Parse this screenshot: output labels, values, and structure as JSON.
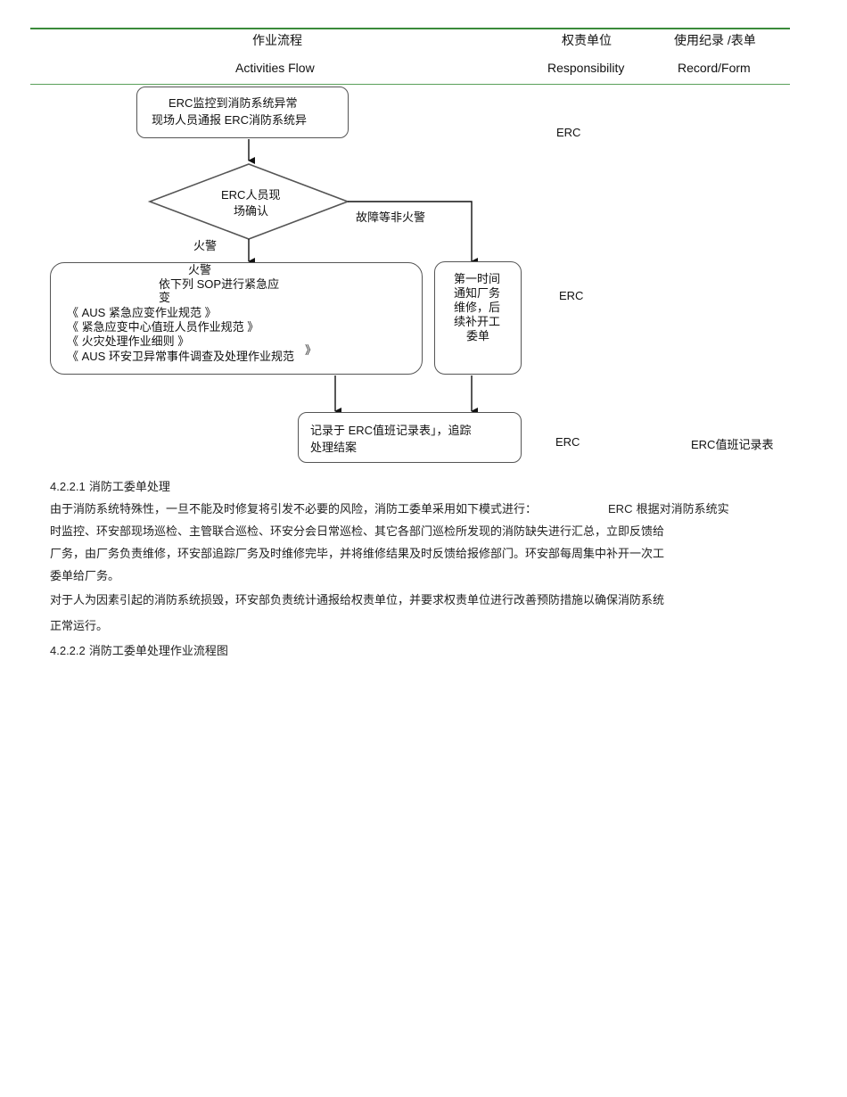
{
  "header": {
    "flow_cn": "作业流程",
    "flow_en": "Activities Flow",
    "resp_cn": "权责单位",
    "resp_en": "Responsibility",
    "record_cn": "使用纪录 /表单",
    "record_en": "Record/Form"
  },
  "flow": {
    "start_line1": "ERC监控到消防系统异常",
    "start_line2": "现场人员通报    ERC消防系统异",
    "decision_line1": "ERC人员现",
    "decision_line2": "场确认",
    "label_fire": "火警",
    "label_nonfire": "故障等非火警",
    "proc_line_fire": "火警",
    "proc_line1": "依下列    SOP进行紧急应",
    "proc_line2": "变",
    "proc_sop1": "《 AUS  紧急应变作业规范    》",
    "proc_sop2": "《 紧急应变中心值班人员作业规范       》",
    "proc_sop3": "《 火灾处理作业细则    》",
    "proc_sop4": "《 AUS  环安卫异常事件调查及处理作业规范",
    "proc_sop4_end": "》",
    "notify_lines": [
      "第一时间",
      "通知厂务",
      "维修，后",
      "续补开工",
      "委单"
    ],
    "record_line1": "记录于    ERC值班记录表」，追踪",
    "record_line2": "处理结案"
  },
  "responsibility": {
    "row1": "ERC",
    "row2": "ERC",
    "row3": "ERC",
    "row3_form": "ERC值班记录表"
  },
  "section1": {
    "number": "4.2.2.1",
    "title": "消防工委单处理",
    "p1_line1_a": "由于消防系统特殊性，一旦不能及时修复将引发不必要的风险，消防工委单采用如下模式进行：",
    "p1_line1_erc": "ERC",
    "p1_line1_b": "根据对消防系统实",
    "p1_line2": "时监控、环安部现场巡检、主管联合巡检、环安分会日常巡检、其它各部门巡检所发现的消防缺失进行汇总，立即反馈给",
    "p1_line3": "厂务，由厂务负责维修，环安部追踪厂务及时维修完毕，并将维修结果及时反馈给报修部门。环安部每周集中补开一次工",
    "p1_line4": "委单给厂务。",
    "p2_line1": "对于人为因素引起的消防系统损毁，环安部负责统计通报给权责单位，并要求权责单位进行改善预防措施以确保消防系统",
    "p2_line2": "正常运行。"
  },
  "section2": {
    "number": "4.2.2.2",
    "title": "消防工委单处理作业流程图"
  }
}
